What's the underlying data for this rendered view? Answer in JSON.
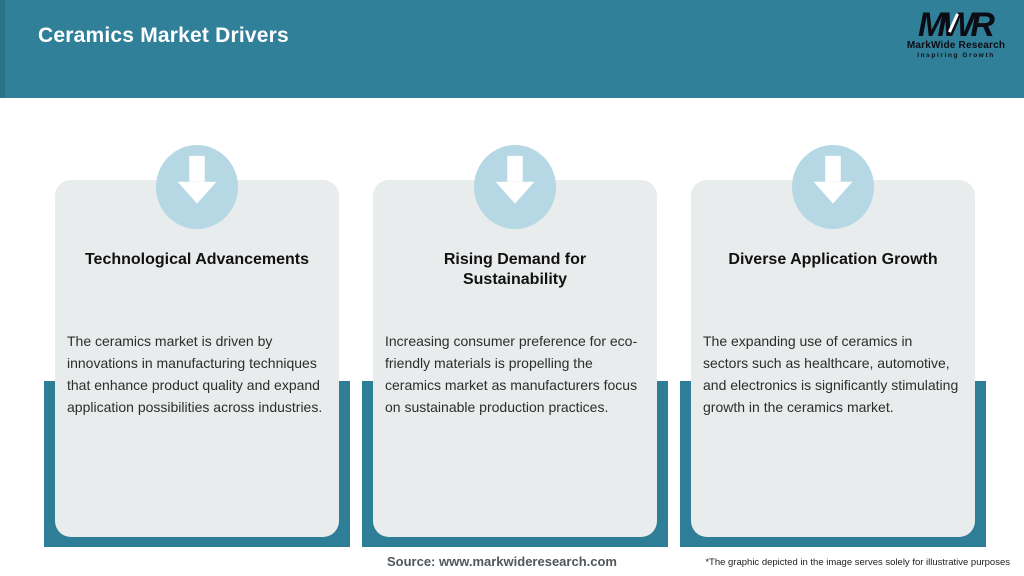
{
  "header": {
    "title": "Ceramics Market Drivers"
  },
  "logo": {
    "mark": "MWR",
    "name": "MarkWide Research",
    "tagline": "Inspiring Growth"
  },
  "cards": [
    {
      "title": "Technological Advancements",
      "body": "The ceramics market is driven by\ninnovations in manufacturing techniques\nthat enhance product quality and expand\napplication possibilities across industries."
    },
    {
      "title": "Rising Demand for\nSustainability",
      "body": "Increasing consumer preference for eco-\nfriendly materials is propelling the\nceramics market as manufacturers focus\non sustainable production practices."
    },
    {
      "title": "Diverse Application Growth",
      "body": "The expanding use of ceramics in\nsectors such as healthcare, automotive,\nand electronics is significantly stimulating\ngrowth in the ceramics market."
    }
  ],
  "footer": {
    "source": "Source: www.markwideresearch.com",
    "disclaimer": "*The graphic depicted in the image serves solely for illustrative purposes"
  },
  "colors": {
    "header_teal": "#30809A",
    "bar_teal": "#2E7E97",
    "circle_blue": "#B6D8E4",
    "card_gray": "#E9ECEC"
  },
  "icons": {
    "arrow": "down-arrow-icon"
  }
}
